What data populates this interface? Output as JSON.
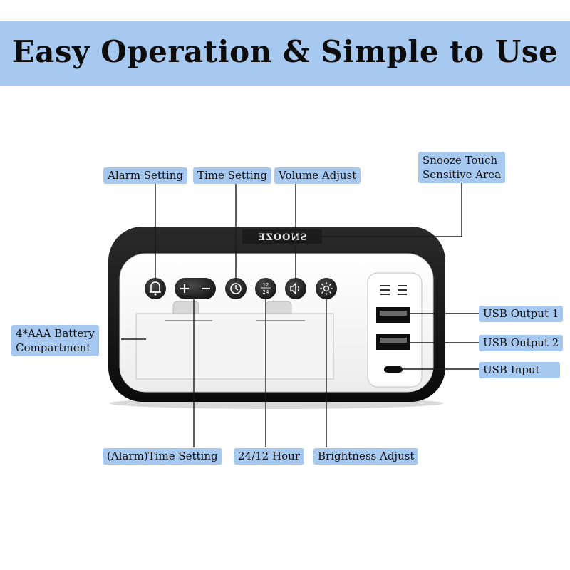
{
  "title": "Easy Operation & Simple to Use",
  "device": {
    "snooze_label": "SNOOZE",
    "key_12": "12",
    "key_24": "24"
  },
  "labels": {
    "alarm_setting": "Alarm Setting",
    "time_setting": "Time Setting",
    "volume_adjust": "Volume Adjust",
    "snooze_line1": "Snooze Touch",
    "snooze_line2": "Sensitive Area",
    "battery_line1": "4*AAA Battery",
    "battery_line2": "Compartment",
    "usb_output_1": "USB Output 1",
    "usb_output_2": "USB Output 2",
    "usb_input": "USB Input",
    "alarm_time_setting": "(Alarm)Time Setting",
    "hour_24_12": "24/12 Hour",
    "brightness_adjust": "Brightness Adjust"
  },
  "colors": {
    "banner": "#a8c9ef",
    "label_bg": "#a8c9ef",
    "body": "#141414",
    "panel": "#f7f7f7"
  },
  "icons": [
    "bell-icon",
    "plus-icon",
    "minus-icon",
    "clock-icon",
    "speaker-icon",
    "sun-icon"
  ]
}
